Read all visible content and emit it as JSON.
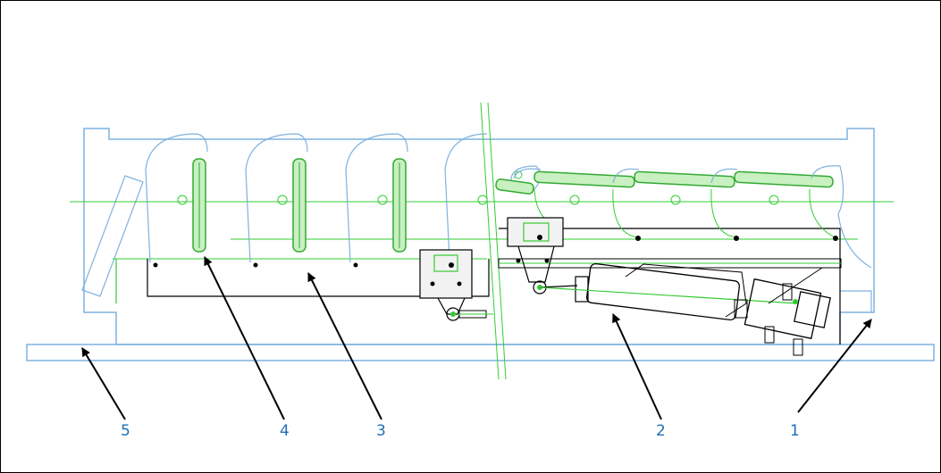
{
  "colors": {
    "outline": "#7fb2e0",
    "mechanism": "#33cc33",
    "structure": "#000000",
    "callout_text": "#1f6fb2"
  },
  "callouts": [
    {
      "id": "c5",
      "label": "5"
    },
    {
      "id": "c4",
      "label": "4"
    },
    {
      "id": "c3",
      "label": "3"
    },
    {
      "id": "c2",
      "label": "2"
    },
    {
      "id": "c1",
      "label": "1"
    }
  ]
}
